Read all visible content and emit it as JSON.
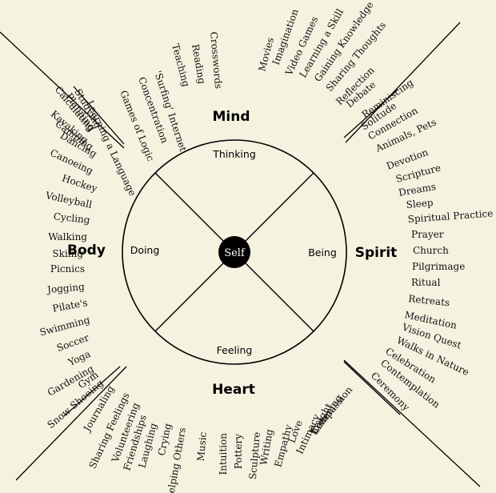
{
  "center": {
    "label": "Self"
  },
  "quadrants": {
    "mind": "Mind",
    "body": "Body",
    "spirit": "Spirit",
    "heart": "Heart"
  },
  "inner": {
    "thinking": "Thinking",
    "doing": "Doing",
    "being": "Being",
    "feeling": "Feeling"
  },
  "activities": {
    "mind": [
      "Calculating",
      "Planning",
      "Studying",
      "Learning a Language",
      "Games of Logic",
      "Concentration",
      "'Surfing' Internet",
      "Teaching",
      "Reading",
      "Crosswords",
      "Movies",
      "Imagination",
      "Video Games",
      "Learning a Skill",
      "Gaining Knowledge",
      "Sharing Thoughts",
      "Reflection",
      "Debate",
      "Reminiscing"
    ],
    "body": [
      "Kayaking",
      "Camping",
      "Dancing",
      "Canoeing",
      "Hockey",
      "Volleyball",
      "Cycling",
      "Walking",
      "Skiing",
      "Picnics",
      "Jogging",
      "Pilate's",
      "Swimming",
      "Soccer",
      "Yoga",
      "Gardening",
      "Gym",
      "Snow Shoeing"
    ],
    "spirit": [
      "Solitude",
      "Connection",
      "Animals, Pets",
      "Devotion",
      "Scripture",
      "Dreams",
      "Sleep",
      "Spiritual Practice",
      "Prayer",
      "Church",
      "Pilgrimage",
      "Ritual",
      "Retreats",
      "Meditation",
      "Vision Quest",
      "Walks in Nature",
      "Celebration",
      "Contemplation",
      "Ceremony"
    ],
    "heart": [
      "Journaling",
      "Sharing Feelings",
      "Volunteering",
      "Friendships",
      "Laughing",
      "Crying",
      "Helping Others",
      "Music",
      "Intuition",
      "Pottery",
      "Sculpture",
      "Writing",
      "Empathy",
      "Love",
      "Intimacy",
      "Insight",
      "Listening",
      "Compassion"
    ]
  }
}
